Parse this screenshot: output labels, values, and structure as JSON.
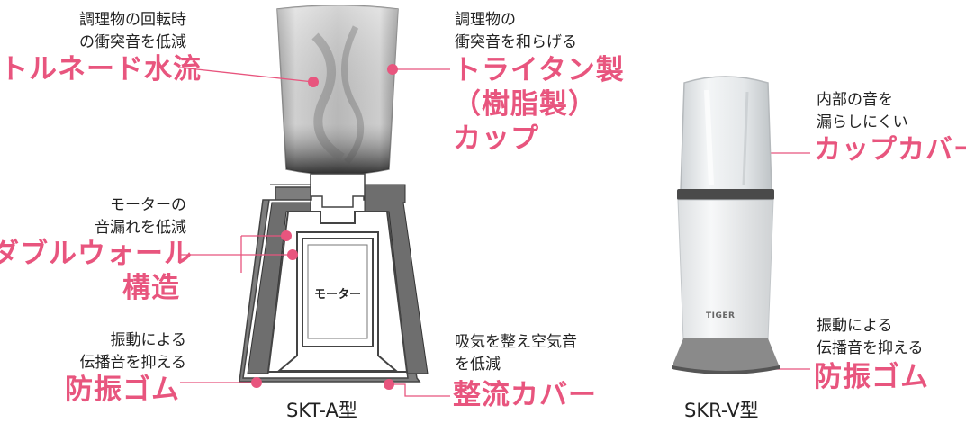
{
  "left_labels": {
    "tornado_note_1": "調理物の回転時",
    "tornado_note_2": "の衝突音を低減",
    "tornado_title": "トルネード水流",
    "wall_note_1": "モーターの",
    "wall_note_2": "音漏れを低減",
    "wall_title_1": "ダブルウォール",
    "wall_title_2": "構造",
    "rubber_note_1": "振動による",
    "rubber_note_2": "伝播音を抑える",
    "rubber_title": "防振ゴム"
  },
  "middle_labels": {
    "cup_note_1": "調理物の",
    "cup_note_2": "衝突音を和らげる",
    "cup_title_1": "トライタン製",
    "cup_title_2": "（樹脂製）",
    "cup_title_3": "カップ",
    "rect_note_1": "吸気を整え空気音",
    "rect_note_2": "を低減",
    "rect_title": "整流カバー",
    "motor_label": "モーター",
    "model_a": "SKT-A型"
  },
  "right_labels": {
    "cover_note_1": "内部の音を",
    "cover_note_2": "漏らしにくい",
    "cover_title": "カップカバー",
    "rubber_note_1": "振動による",
    "rubber_note_2": "伝播音を抑える",
    "rubber_title": "防振ゴム",
    "brand": "TIGER",
    "model_v": "SKR-V型"
  },
  "colors": {
    "accent": "#e8557e",
    "base_gray": "#8a8a8a",
    "base_dark": "#555555"
  }
}
